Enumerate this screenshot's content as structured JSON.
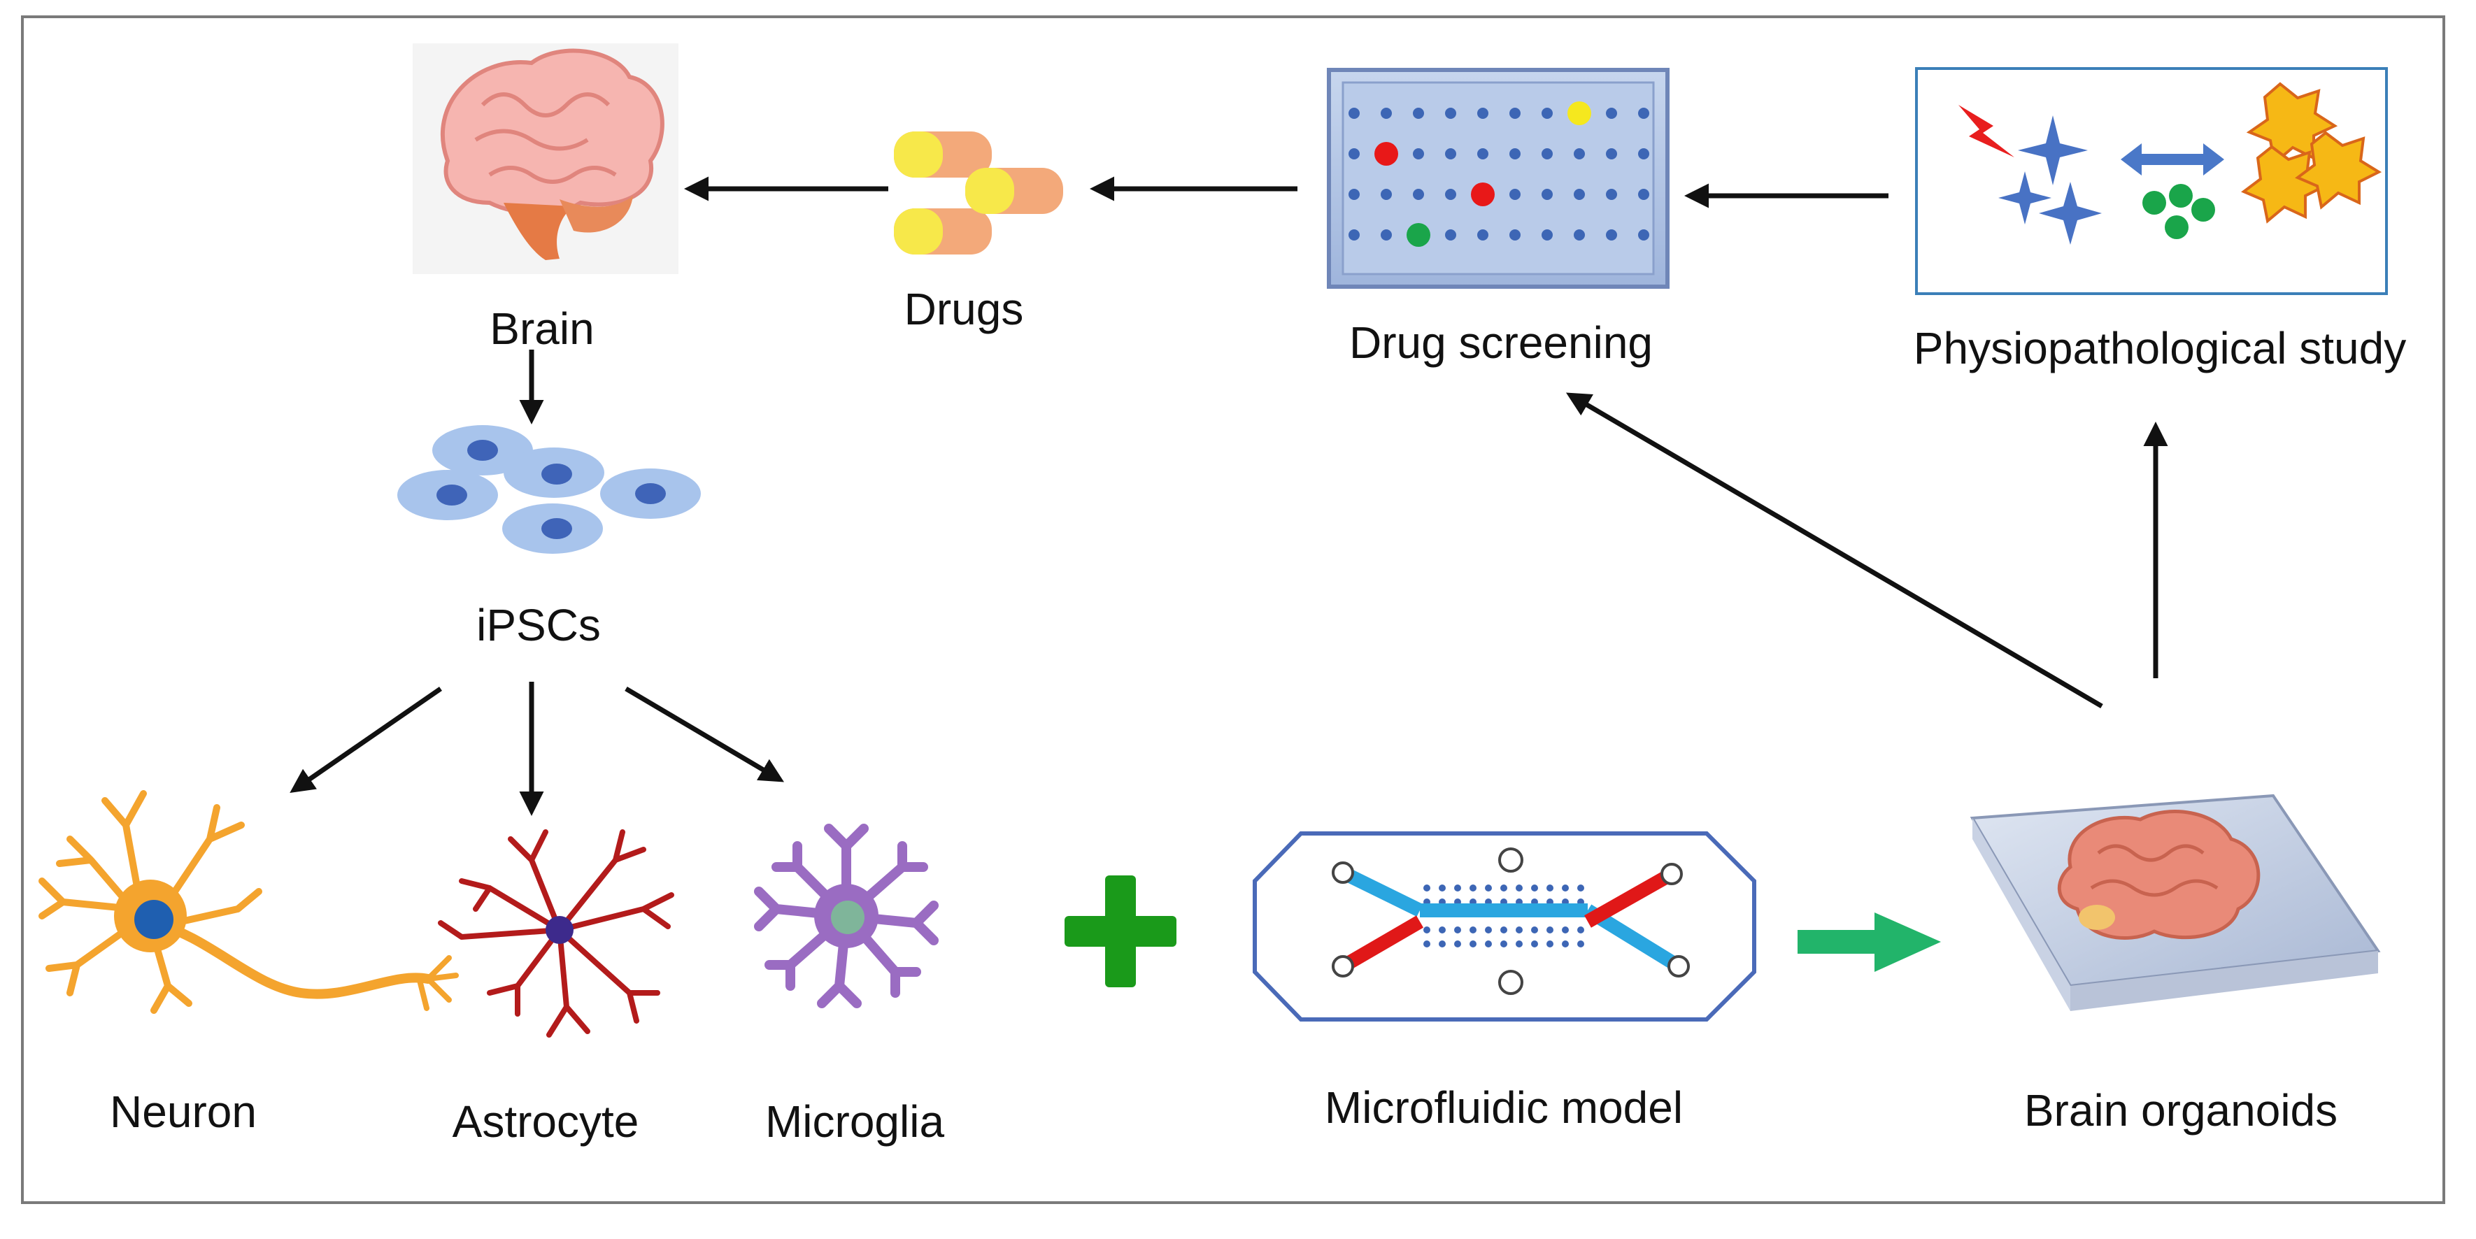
{
  "labels": {
    "brain": "Brain",
    "drugs": "Drugs",
    "drug_screening": "Drug screening",
    "physiopathological_study": "Physiopathological study",
    "ipscs": "iPSCs",
    "neuron": "Neuron",
    "astrocyte": "Astrocyte",
    "microglia": "Microglia",
    "microfluidic_model": "Microfluidic model",
    "brain_organoids": "Brain organoids"
  },
  "colors": {
    "arrow": "#111111",
    "plus": "#1a9a1a",
    "green_arrow": "#22b46a",
    "cell": "#a8c4ec",
    "nucleus": "#3f64b8",
    "neuron": "#f4a42e",
    "astrocyte": "#b31b1b",
    "microglia": "#9a6cc2",
    "plate": "#b3c6e6",
    "channel_blue": "#2aa6e0",
    "channel_red": "#e01818",
    "organoid": "#e98a78"
  },
  "icons": [
    "brain-icon",
    "drug-capsules-icon",
    "well-plate-icon",
    "molecular-interaction-icon",
    "ipsc-cells-icon",
    "neuron-icon",
    "astrocyte-icon",
    "microglia-icon",
    "plus-icon",
    "microfluidic-chip-icon",
    "brain-organoid-icon"
  ]
}
